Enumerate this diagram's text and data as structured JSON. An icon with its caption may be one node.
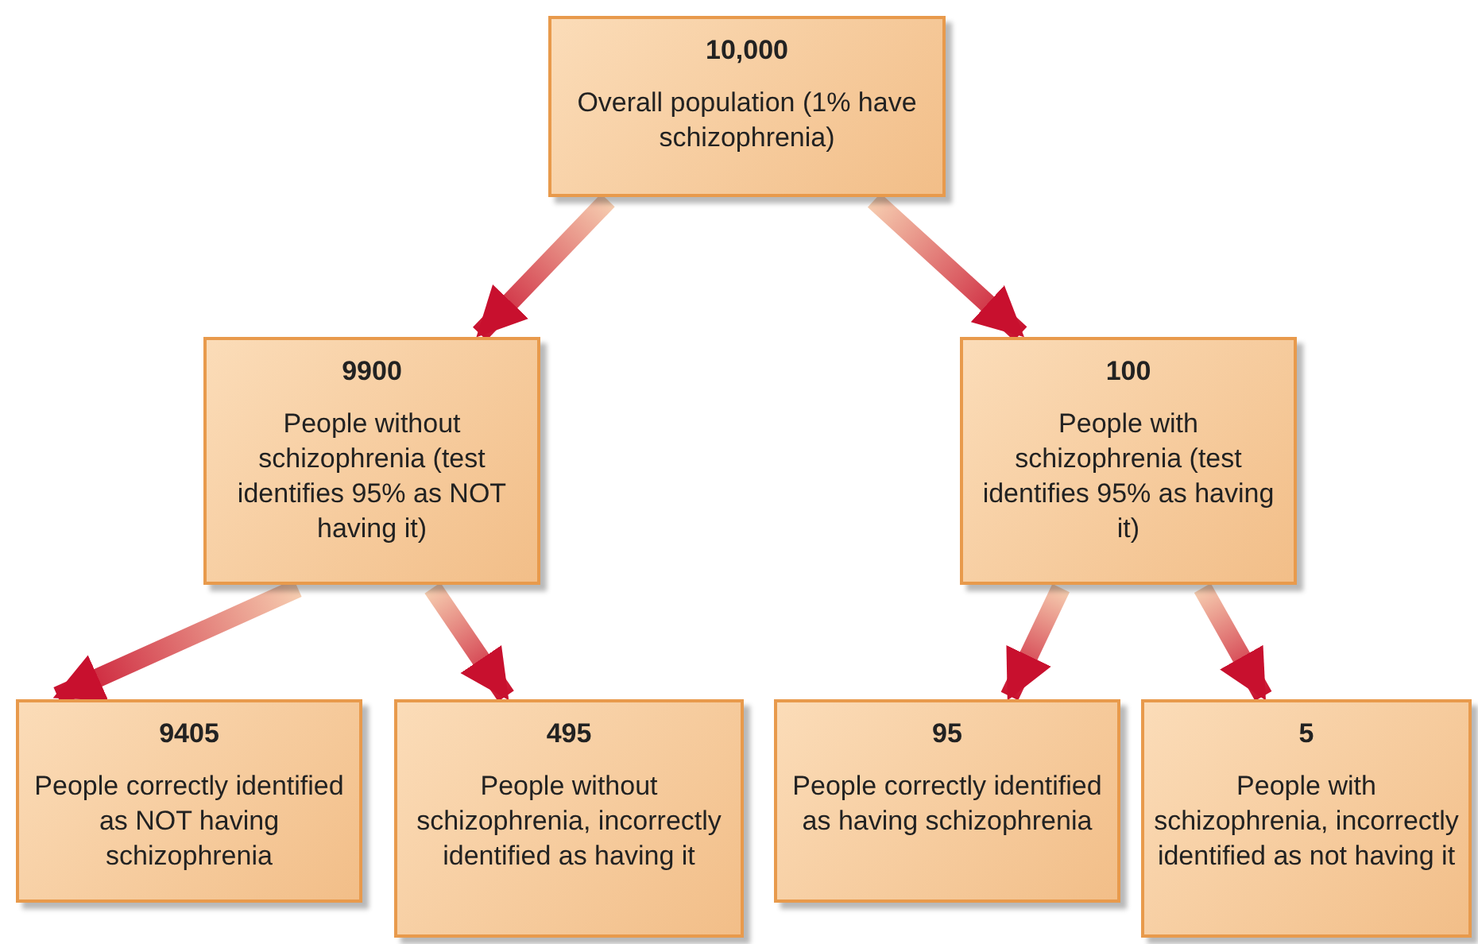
{
  "diagram": {
    "nodes": [
      {
        "text": [
          "10,000",
          "Overall population (1% have schizophrenia)"
        ]
      },
      {
        "text": [
          "9900",
          "People without schizophrenia (test identifies 95% as NOT having it)"
        ]
      },
      {
        "text": [
          "100",
          "People with schizophrenia (test identifies 95% as having it)"
        ]
      },
      {
        "text": [
          "9405",
          "People correctly identified as NOT having schizophrenia"
        ]
      },
      {
        "text": [
          "495",
          "People without schizophrenia, incorrectly identified as having it"
        ]
      },
      {
        "text": [
          "95",
          "People correctly identified as having schizophrenia"
        ]
      },
      {
        "text": [
          "5",
          "People with schizophrenia, incorrectly identified as not having it"
        ]
      }
    ],
    "edges": [
      {
        "from": 0,
        "to": 1,
        "arrow": "to"
      },
      {
        "from": 0,
        "to": 2,
        "arrow": "to"
      },
      {
        "from": 1,
        "to": 3,
        "arrow": "to"
      },
      {
        "from": 1,
        "to": 4,
        "arrow": "to"
      },
      {
        "from": 2,
        "to": 5,
        "arrow": "to"
      },
      {
        "from": 2,
        "to": 6,
        "arrow": "to"
      }
    ]
  }
}
